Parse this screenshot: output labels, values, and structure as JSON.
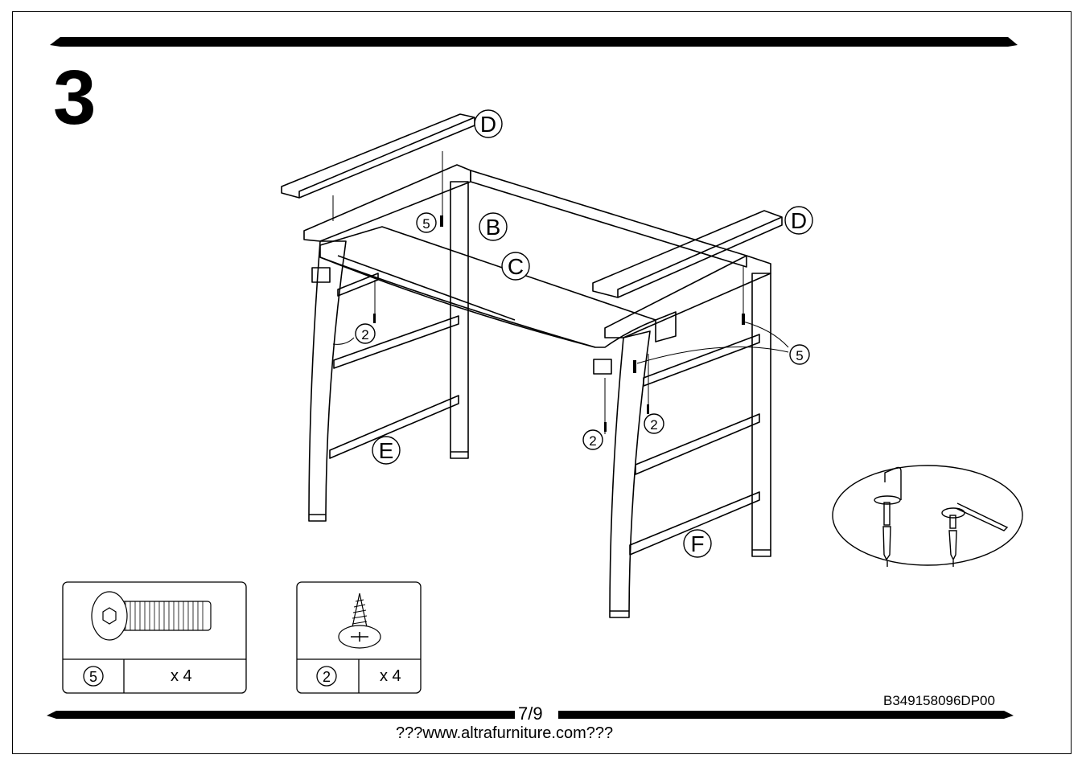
{
  "step": {
    "number": "3"
  },
  "parts": {
    "b": "B",
    "c": "C",
    "d": "D",
    "e": "E",
    "f": "F"
  },
  "callouts": {
    "screw_5": "5",
    "screw_2": "2"
  },
  "hardware": [
    {
      "id": "5",
      "qty": "x 4",
      "icon": "allen-bolt-icon"
    },
    {
      "id": "2",
      "qty": "x 4",
      "icon": "wood-screw-icon"
    }
  ],
  "footer": {
    "page": "7/9",
    "code": "B349158096DP00",
    "url": "???www.altrafurniture.com???"
  }
}
